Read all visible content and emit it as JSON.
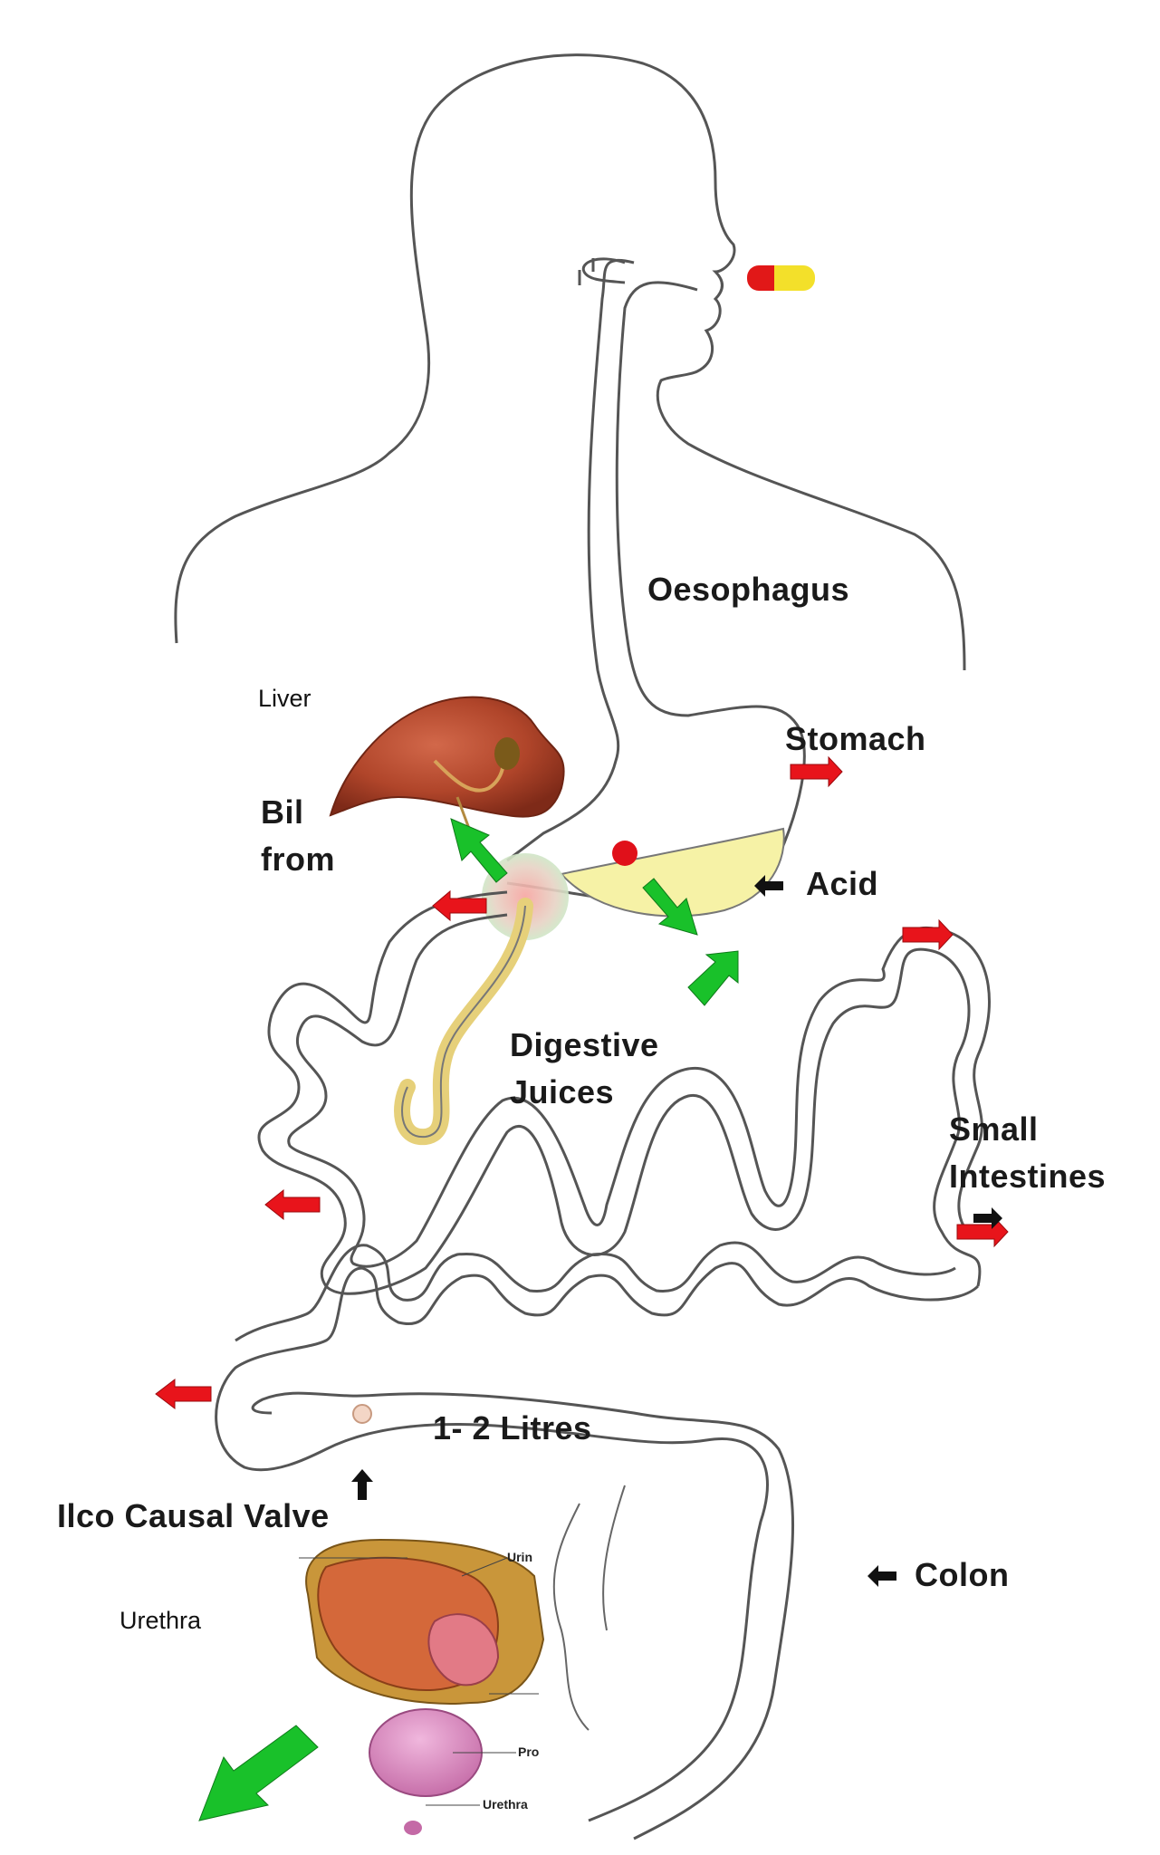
{
  "labels": {
    "oesophagus": "Oesophagus",
    "liver": "Liver",
    "stomach": "Stomach",
    "bile_line1": "Bil",
    "bile_line2": "from",
    "acid": "Acid",
    "digestive_line1": "Digestive",
    "digestive_line2": "Juices",
    "small_line1": "Small",
    "small_line2": "Intestines",
    "litres": "1- 2 Litres",
    "valve": "Ilco Causal Valve",
    "colon": "Colon",
    "urethra": "Urethra",
    "inset_urin": "Urin",
    "inset_pro": "Pro",
    "inset_urethra": "Urethra"
  },
  "icons": {
    "capsule": "capsule-icon",
    "green_arrow": "green-arrow-icon",
    "red_arrow": "red-arrow-icon",
    "pointer": "pointer-arrow-icon"
  },
  "colors": {
    "outline": "#555555",
    "red_arrow": "#e8141b",
    "green_arrow": "#19c12a",
    "liver": "#b0452a",
    "acid_fill": "#f6f2a6",
    "capsule_red": "#e11818",
    "capsule_yellow": "#f3e02a"
  }
}
